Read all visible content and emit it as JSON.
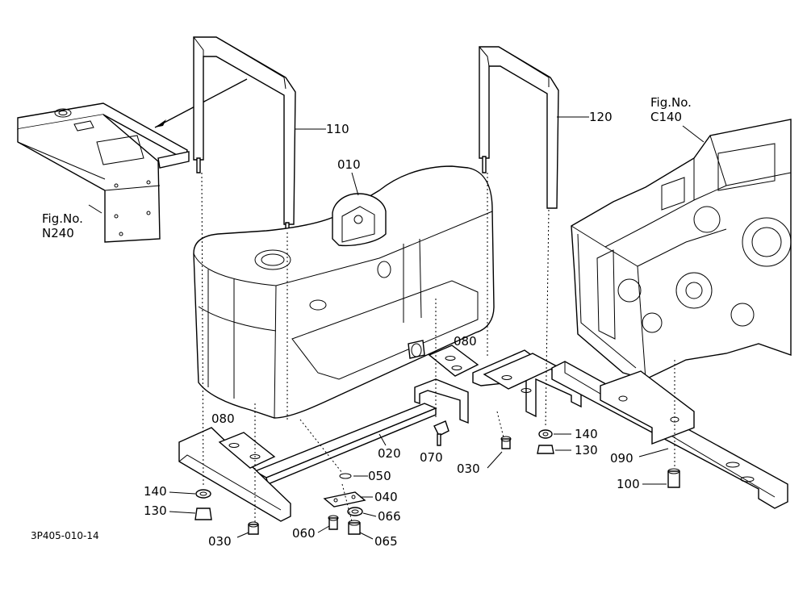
{
  "diagram_id": "3P405-010-14",
  "references": {
    "n240": {
      "line1": "Fig.No.",
      "line2": "N240"
    },
    "c140": {
      "line1": "Fig.No.",
      "line2": "C140"
    }
  },
  "parts": {
    "p010": "010",
    "p020": "020",
    "p030a": "030",
    "p030b": "030",
    "p040": "040",
    "p050": "050",
    "p060": "060",
    "p065": "065",
    "p066": "066",
    "p070": "070",
    "p080a": "080",
    "p080b": "080",
    "p090": "090",
    "p100": "100",
    "p110": "110",
    "p120": "120",
    "p130a": "130",
    "p130b": "130",
    "p140a": "140",
    "p140b": "140"
  }
}
